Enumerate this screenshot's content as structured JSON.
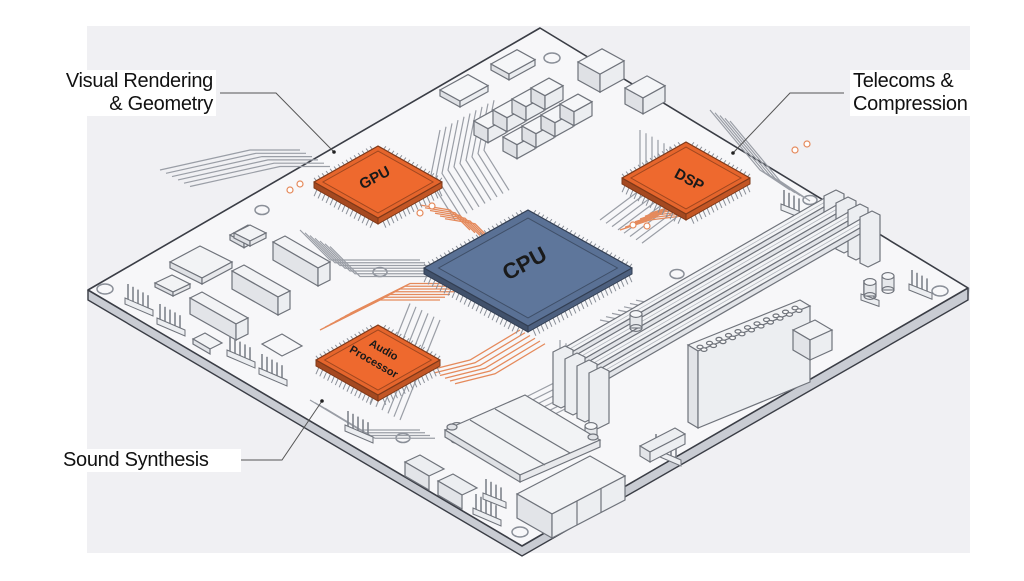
{
  "diagram": {
    "title": "",
    "chips": [
      {
        "id": "cpu",
        "label": "CPU",
        "color": "#5a7195"
      },
      {
        "id": "gpu",
        "label": "GPU",
        "color": "#e5652c"
      },
      {
        "id": "dsp",
        "label": "DSP",
        "color": "#e5652c"
      },
      {
        "id": "audio",
        "label_line1": "Audio",
        "label_line2": "Processor",
        "color": "#e5652c"
      }
    ],
    "callouts": [
      {
        "target": "gpu",
        "line1": "Visual Rendering",
        "line2": "& Geometry"
      },
      {
        "target": "dsp",
        "line1": "Telecoms &",
        "line2": "Compression"
      },
      {
        "target": "audio",
        "line1": "Sound Synthesis"
      }
    ],
    "colors": {
      "background_panel": "#f0f0f3",
      "board": "#f7f7f9",
      "board_edge": "#3a3d45",
      "trace_gray": "#8e939c",
      "trace_orange": "#e58a5c",
      "cpu": "#5a7195",
      "coprocessor": "#e5652c"
    }
  }
}
